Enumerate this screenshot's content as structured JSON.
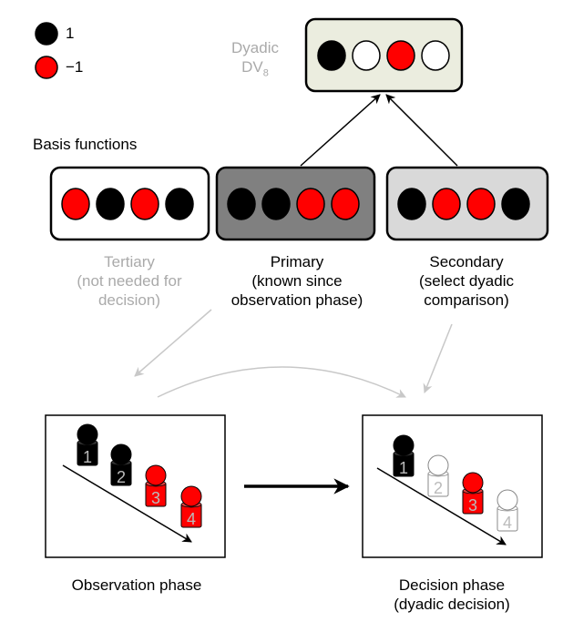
{
  "legend": {
    "items": [
      {
        "label": "1",
        "color": "#000000"
      },
      {
        "label": "−1",
        "color": "#ff0000"
      }
    ]
  },
  "colors": {
    "black": "#000000",
    "red": "#ff0000",
    "empty": "#ffffff",
    "grey_text": "#aaaaaa",
    "dyadic_fill": "#ebeddf",
    "primary_fill": "#808080",
    "secondary_fill": "#d9d9d9",
    "tertiary_fill": "#ffffff",
    "flow_arrow": "#c8c8c8"
  },
  "dyadic": {
    "label_main": "Dyadic",
    "label_sub_base": "DV",
    "label_sub_index": "8",
    "values": [
      1,
      0,
      -1,
      0
    ]
  },
  "basis_title": "Basis functions",
  "basis": [
    {
      "name": "tertiary",
      "values": [
        -1,
        1,
        -1,
        1
      ],
      "caption": [
        "Tertiary",
        "(not needed for",
        "decision)"
      ],
      "muted": true
    },
    {
      "name": "primary",
      "values": [
        1,
        1,
        -1,
        -1
      ],
      "caption": [
        "Primary",
        "(known since",
        "observation phase)"
      ],
      "muted": false
    },
    {
      "name": "secondary",
      "values": [
        1,
        -1,
        -1,
        1
      ],
      "caption": [
        "Secondary",
        "(select dyadic",
        "comparison)"
      ],
      "muted": false
    }
  ],
  "observation": {
    "label": "Observation phase",
    "items": [
      {
        "number": "1",
        "value": 1
      },
      {
        "number": "2",
        "value": 1
      },
      {
        "number": "3",
        "value": -1
      },
      {
        "number": "4",
        "value": -1
      }
    ]
  },
  "decision": {
    "label_line1": "Decision phase",
    "label_line2": "(dyadic decision)",
    "items": [
      {
        "number": "1",
        "value": 1
      },
      {
        "number": "2",
        "value": 0
      },
      {
        "number": "3",
        "value": -1
      },
      {
        "number": "4",
        "value": 0
      }
    ]
  }
}
